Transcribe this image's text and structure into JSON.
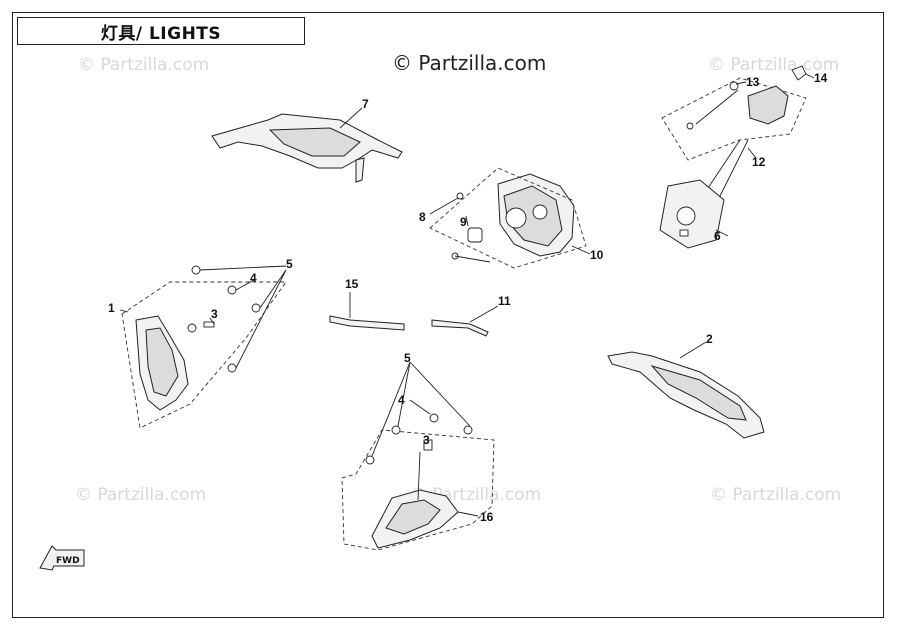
{
  "title": "灯具/ LIGHTS",
  "watermarks": {
    "main": "© Partzilla.com",
    "faint": "© Partzilla.com"
  },
  "callouts": [
    "1",
    "2",
    "3",
    "4",
    "5",
    "6",
    "7",
    "8",
    "9",
    "10",
    "11",
    "12",
    "13",
    "14",
    "15",
    "16",
    "3",
    "4",
    "5"
  ],
  "direction_badge": "FWD",
  "colors": {
    "line": "#222222",
    "watermark": "#d8d8d8"
  }
}
